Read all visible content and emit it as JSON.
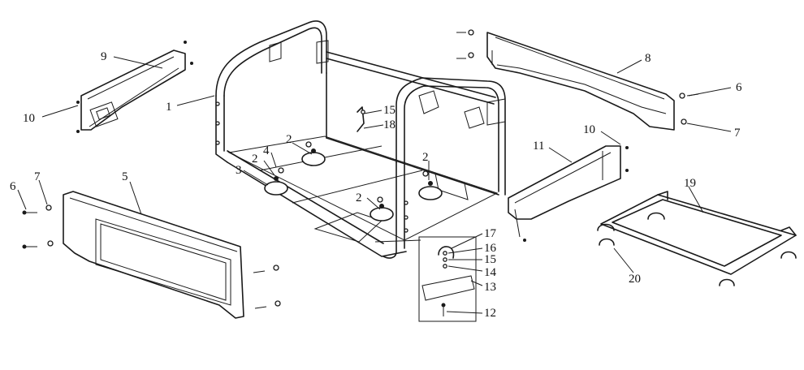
{
  "colors": {
    "ink": "#1a1a1a",
    "background": "#ffffff"
  },
  "callouts": {
    "c1": "1",
    "c2a": "2",
    "c2b": "2",
    "c2c": "2",
    "c2d": "2",
    "c3": "3",
    "c4": "4",
    "c5": "5",
    "c6a": "6",
    "c6b": "6",
    "c7a": "7",
    "c7b": "7",
    "c8": "8",
    "c9": "9",
    "c10a": "10",
    "c10b": "10",
    "c11": "11",
    "c12": "12",
    "c13": "13",
    "c14": "14",
    "c15a": "15",
    "c15b": "15",
    "c16": "16",
    "c17": "17",
    "c18": "18",
    "c19": "19",
    "c20": "20"
  }
}
